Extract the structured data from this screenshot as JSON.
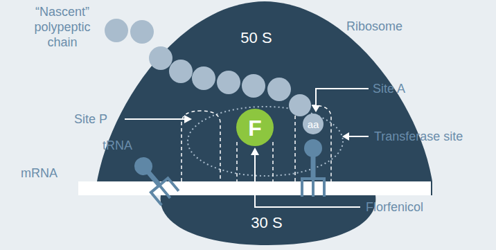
{
  "diagram": {
    "nodes": [
      {
        "text": [
          "50 S"
        ]
      },
      {
        "text": [
          "F"
        ],
        "in": 0
      },
      {
        "text": [
          "aa"
        ],
        "in": 0
      },
      {
        "text": [
          "30 S"
        ]
      }
    ],
    "labels": [
      "“Nascent” polypeptic chain",
      "Ribosome",
      "Site A",
      "Site P",
      "Transferase site",
      "tRNA",
      "mRNA",
      "Florfenicol"
    ]
  }
}
